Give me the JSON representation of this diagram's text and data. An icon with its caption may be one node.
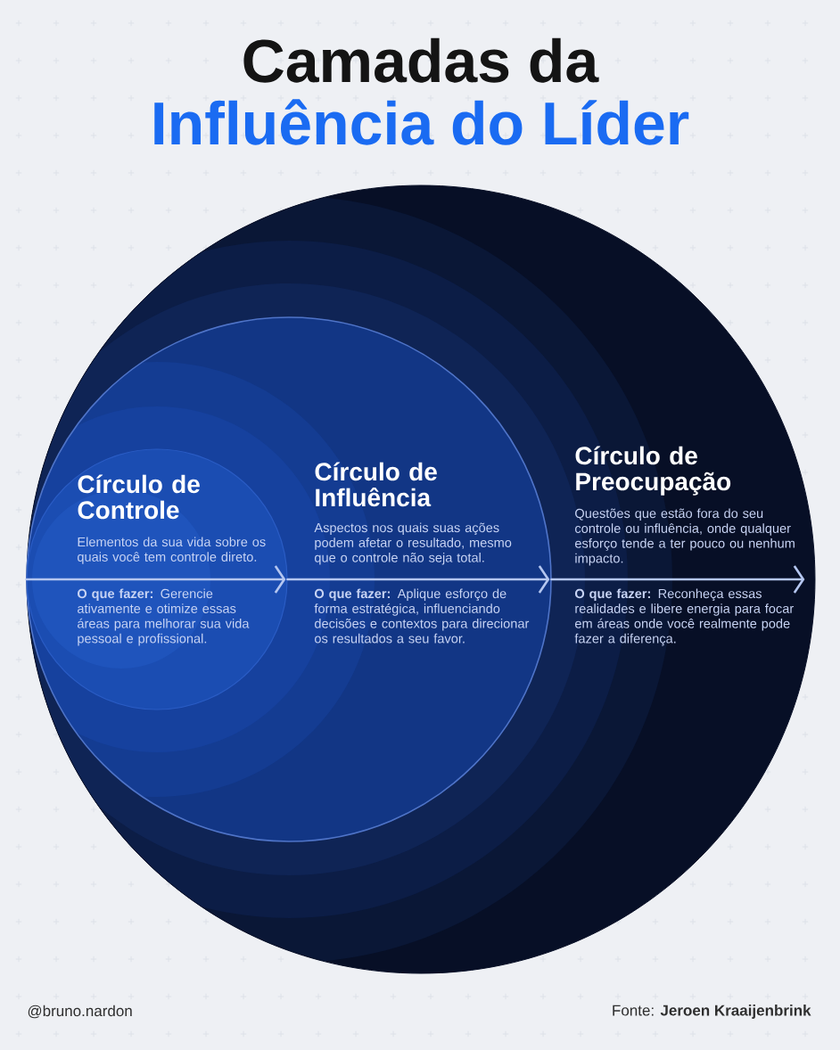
{
  "diagram": {
    "title": "Camadas da",
    "nodes": [
      {
        "text": [
          "Círculo de Preocupação",
          "Questões que estão fora do seu controle ou influência, onde qualquer esforço tende a ter pouco ou nenhum impacto.",
          "**O que fazer:** Reconheça essas realidades e libere energia para focar em áreas onde você realmente pode fazer a diferença."
        ]
      },
      {
        "text": [
          "Círculo de Influência",
          "Aspectos nos quais suas ações podem afetar o resultado, mesmo que o controle não seja total.",
          "**O que fazer:** Aplique esforço de forma estratégica, influenciando decisões e contextos para direcionar os resultados a seu favor."
        ],
        "in": 0
      },
      {
        "text": [
          "Círculo de Controle",
          "Elementos da sua vida sobre os quais você tem controle direto.",
          "**O que fazer:** Gerencie ativamente e otimize essas áreas para melhorar sua vida pessoal e profissional."
        ],
        "in": 1
      }
    ],
    "edges": [
      {
        "from": 2,
        "to": 1,
        "arrow": "to"
      },
      {
        "from": 1,
        "to": 0,
        "arrow": "to"
      },
      {
        "from": 0,
        "to": null,
        "arrow": "to"
      }
    ],
    "labels": [
      "Influência do Líder",
      "@bruno.nardon",
      "Fonte: **Jeroen Kraaijenbrink**"
    ]
  }
}
